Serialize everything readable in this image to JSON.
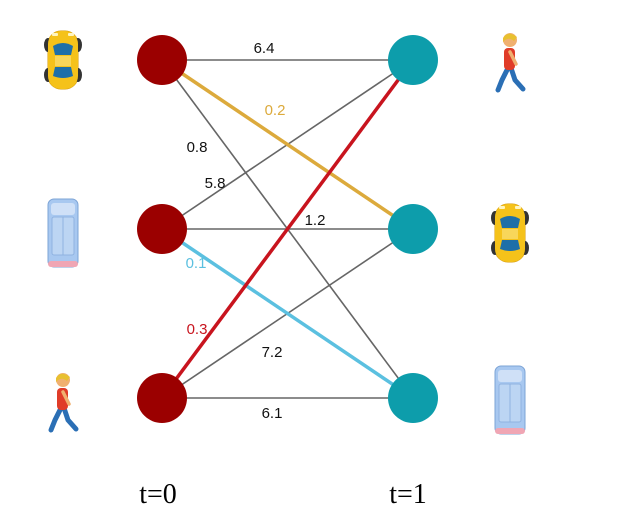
{
  "colors": {
    "t0_node": "#9b0000",
    "t1_node": "#0d9dab",
    "edge_default": "#666666",
    "label_default": "#111111",
    "highlight_car": "#dcaa3c",
    "highlight_truck": "#5bc0e0",
    "highlight_person": "#c8141e",
    "car_body": "#f5c21a",
    "truck_body": "#a8c8f0",
    "person_shirt": "#e03c28"
  },
  "time_labels": [
    "t=0",
    "t=1"
  ],
  "objects_t0": [
    {
      "icon": "yellow-car-icon"
    },
    {
      "icon": "blue-truck-icon"
    },
    {
      "icon": "walking-person-icon"
    }
  ],
  "objects_t1": [
    {
      "icon": "walking-person-icon"
    },
    {
      "icon": "yellow-car-icon"
    },
    {
      "icon": "blue-truck-icon"
    }
  ],
  "edges": [
    {
      "from": 0,
      "to": 0,
      "label": "6.4",
      "highlight": ""
    },
    {
      "from": 0,
      "to": 1,
      "label": "0.2",
      "highlight": "car"
    },
    {
      "from": 0,
      "to": 2,
      "label": "0.8",
      "highlight": ""
    },
    {
      "from": 1,
      "to": 0,
      "label": "5.8",
      "highlight": ""
    },
    {
      "from": 1,
      "to": 1,
      "label": "1.2",
      "highlight": ""
    },
    {
      "from": 1,
      "to": 2,
      "label": "0.1",
      "highlight": "truck"
    },
    {
      "from": 2,
      "to": 0,
      "label": "0.3",
      "highlight": "person"
    },
    {
      "from": 2,
      "to": 1,
      "label": "7.2",
      "highlight": ""
    },
    {
      "from": 2,
      "to": 2,
      "label": "6.1",
      "highlight": ""
    }
  ]
}
